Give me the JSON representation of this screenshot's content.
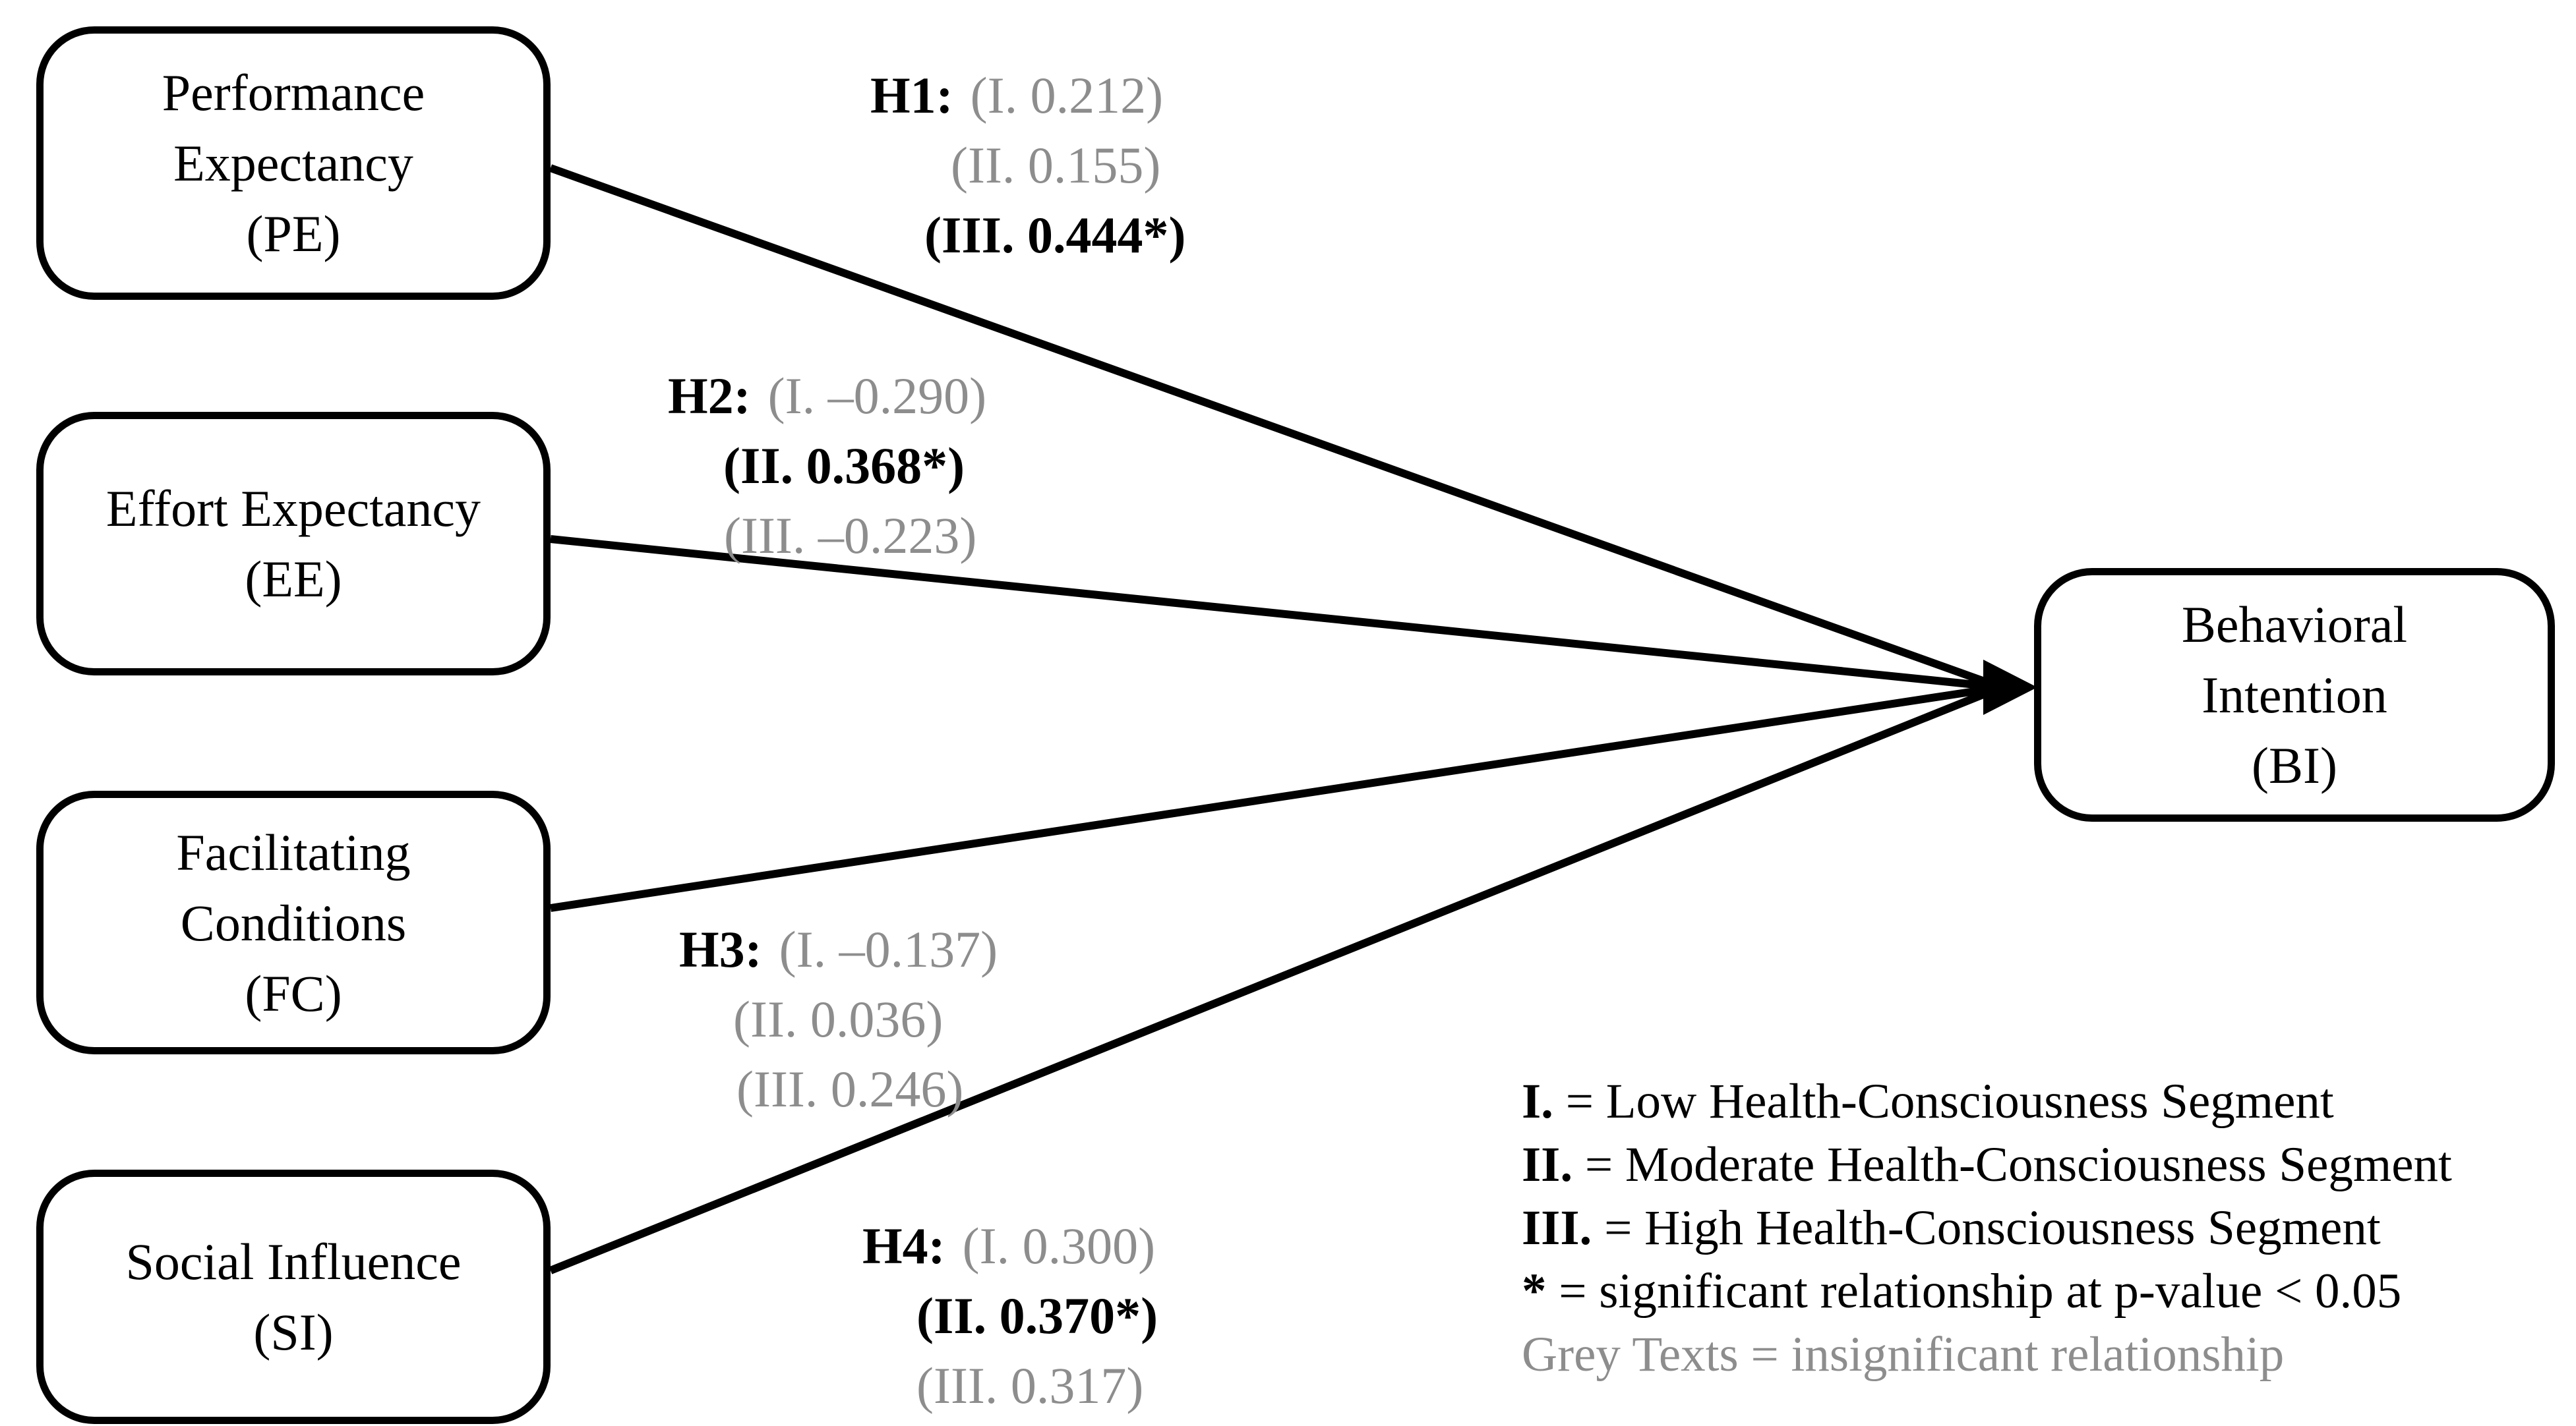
{
  "figure": {
    "background": "#ffffff",
    "colors": {
      "text_black": "#000000",
      "grey_insignificant": "#8d8d8d",
      "line": "#000000"
    },
    "nodes": {
      "pe": {
        "abbr": "PE",
        "lines": [
          "Performance",
          "Expectancy",
          "(PE)"
        ]
      },
      "ee": {
        "abbr": "EE",
        "lines": [
          "Effort Expectancy",
          "(EE)"
        ]
      },
      "fc": {
        "abbr": "FC",
        "lines": [
          "Facilitating",
          "Conditions",
          "(FC)"
        ]
      },
      "si": {
        "abbr": "SI",
        "lines": [
          "Social Influence",
          "(SI)"
        ]
      },
      "bi": {
        "abbr": "BI",
        "lines": [
          "Behavioral",
          "Intention",
          "(BI)"
        ]
      }
    },
    "hypotheses": {
      "h1": {
        "label": "H1:",
        "from": "PE",
        "to": "BI",
        "coefficients": [
          {
            "text": "(I. 0.212)",
            "segment": "I",
            "value": 0.212,
            "significant": false
          },
          {
            "text": "(II. 0.155)",
            "segment": "II",
            "value": 0.155,
            "significant": false
          },
          {
            "text": "(III. 0.444*)",
            "segment": "III",
            "value": 0.444,
            "significant": true
          }
        ]
      },
      "h2": {
        "label": "H2:",
        "from": "EE",
        "to": "BI",
        "coefficients": [
          {
            "text": "(I. –0.290)",
            "segment": "I",
            "value": -0.29,
            "significant": false
          },
          {
            "text": "(II. 0.368*)",
            "segment": "II",
            "value": 0.368,
            "significant": true
          },
          {
            "text": "(III. –0.223)",
            "segment": "III",
            "value": -0.223,
            "significant": false
          }
        ]
      },
      "h3": {
        "label": "H3:",
        "from": "FC",
        "to": "BI",
        "coefficients": [
          {
            "text": "(I. –0.137)",
            "segment": "I",
            "value": -0.137,
            "significant": false
          },
          {
            "text": "(II. 0.036)",
            "segment": "II",
            "value": 0.036,
            "significant": false
          },
          {
            "text": "(III. 0.246)",
            "segment": "III",
            "value": 0.246,
            "significant": false
          }
        ]
      },
      "h4": {
        "label": "H4:",
        "from": "SI",
        "to": "BI",
        "coefficients": [
          {
            "text": "(I. 0.300)",
            "segment": "I",
            "value": 0.3,
            "significant": false
          },
          {
            "text": "(II. 0.370*)",
            "segment": "II",
            "value": 0.37,
            "significant": true
          },
          {
            "text": "(III. 0.317)",
            "segment": "III",
            "value": 0.317,
            "significant": false
          }
        ]
      }
    },
    "legend": {
      "items": [
        {
          "prefix": "I.",
          "text": " = Low Health-Consciousness Segment",
          "grey": false
        },
        {
          "prefix": "II.",
          "text": " = Moderate Health-Consciousness Segment",
          "grey": false
        },
        {
          "prefix": "III.",
          "text": " = High Health-Consciousness Segment",
          "grey": false
        },
        {
          "prefix": "*",
          "text": " = significant relationship at p-value < 0.05",
          "grey": false
        },
        {
          "prefix": "",
          "text": "Grey Texts = insignificant relationship",
          "grey": true
        }
      ]
    }
  }
}
